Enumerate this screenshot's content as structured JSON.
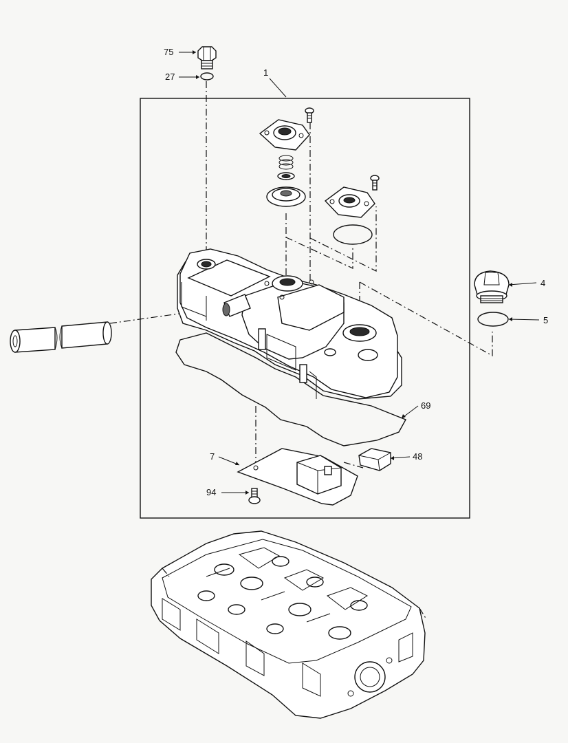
{
  "callouts": {
    "c1": "1",
    "c75": "75",
    "c27": "27",
    "c4": "4",
    "c5": "5",
    "c69": "69",
    "c7": "7",
    "c48": "48",
    "c94": "94"
  }
}
